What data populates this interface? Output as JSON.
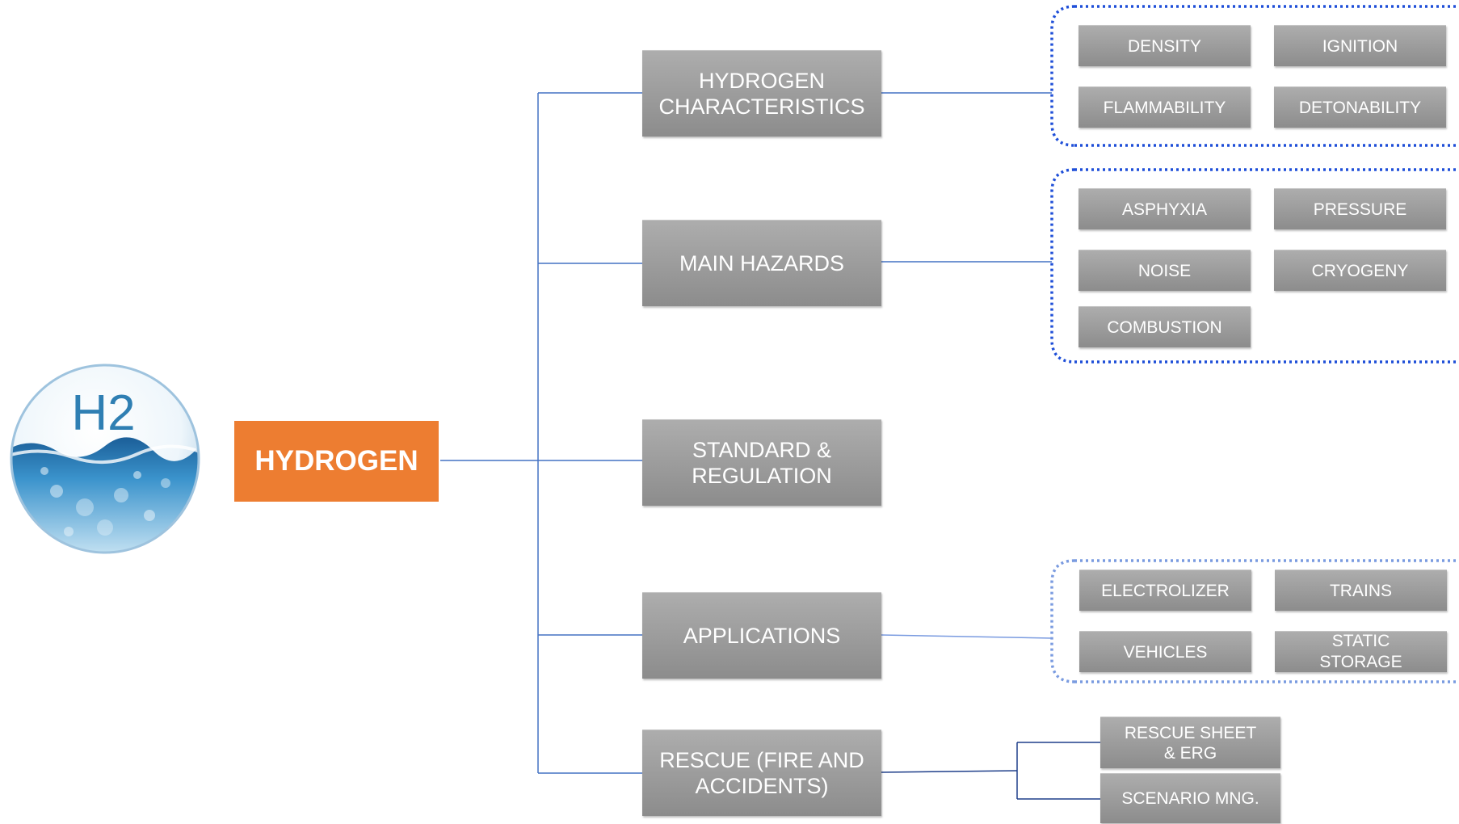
{
  "root": {
    "label": "HYDROGEN",
    "logo_text": "H2"
  },
  "categories": [
    {
      "label": "HYDROGEN\nCHARACTERISTICS",
      "items": [
        "DENSITY",
        "IGNITION",
        "FLAMMABILITY",
        "DETONABILITY"
      ]
    },
    {
      "label": "MAIN HAZARDS",
      "items": [
        "ASPHYXIA",
        "PRESSURE",
        "NOISE",
        "CRYOGENY",
        "COMBUSTION"
      ]
    },
    {
      "label": "STANDARD &\nREGULATION",
      "items": []
    },
    {
      "label": "APPLICATIONS",
      "items": [
        "ELECTROLIZER",
        "TRAINS",
        "VEHICLES",
        "STATIC\nSTORAGE"
      ]
    },
    {
      "label": "RESCUE (FIRE AND\nACCIDENTS)",
      "items": [
        "RESCUE SHEET\n& ERG",
        "SCENARIO MNG."
      ]
    }
  ],
  "colors": {
    "root_fill": "#ed7d31",
    "box_fill": "#9a9a9a",
    "connector": "#4472c4",
    "group_border": "#1f4fd8"
  }
}
